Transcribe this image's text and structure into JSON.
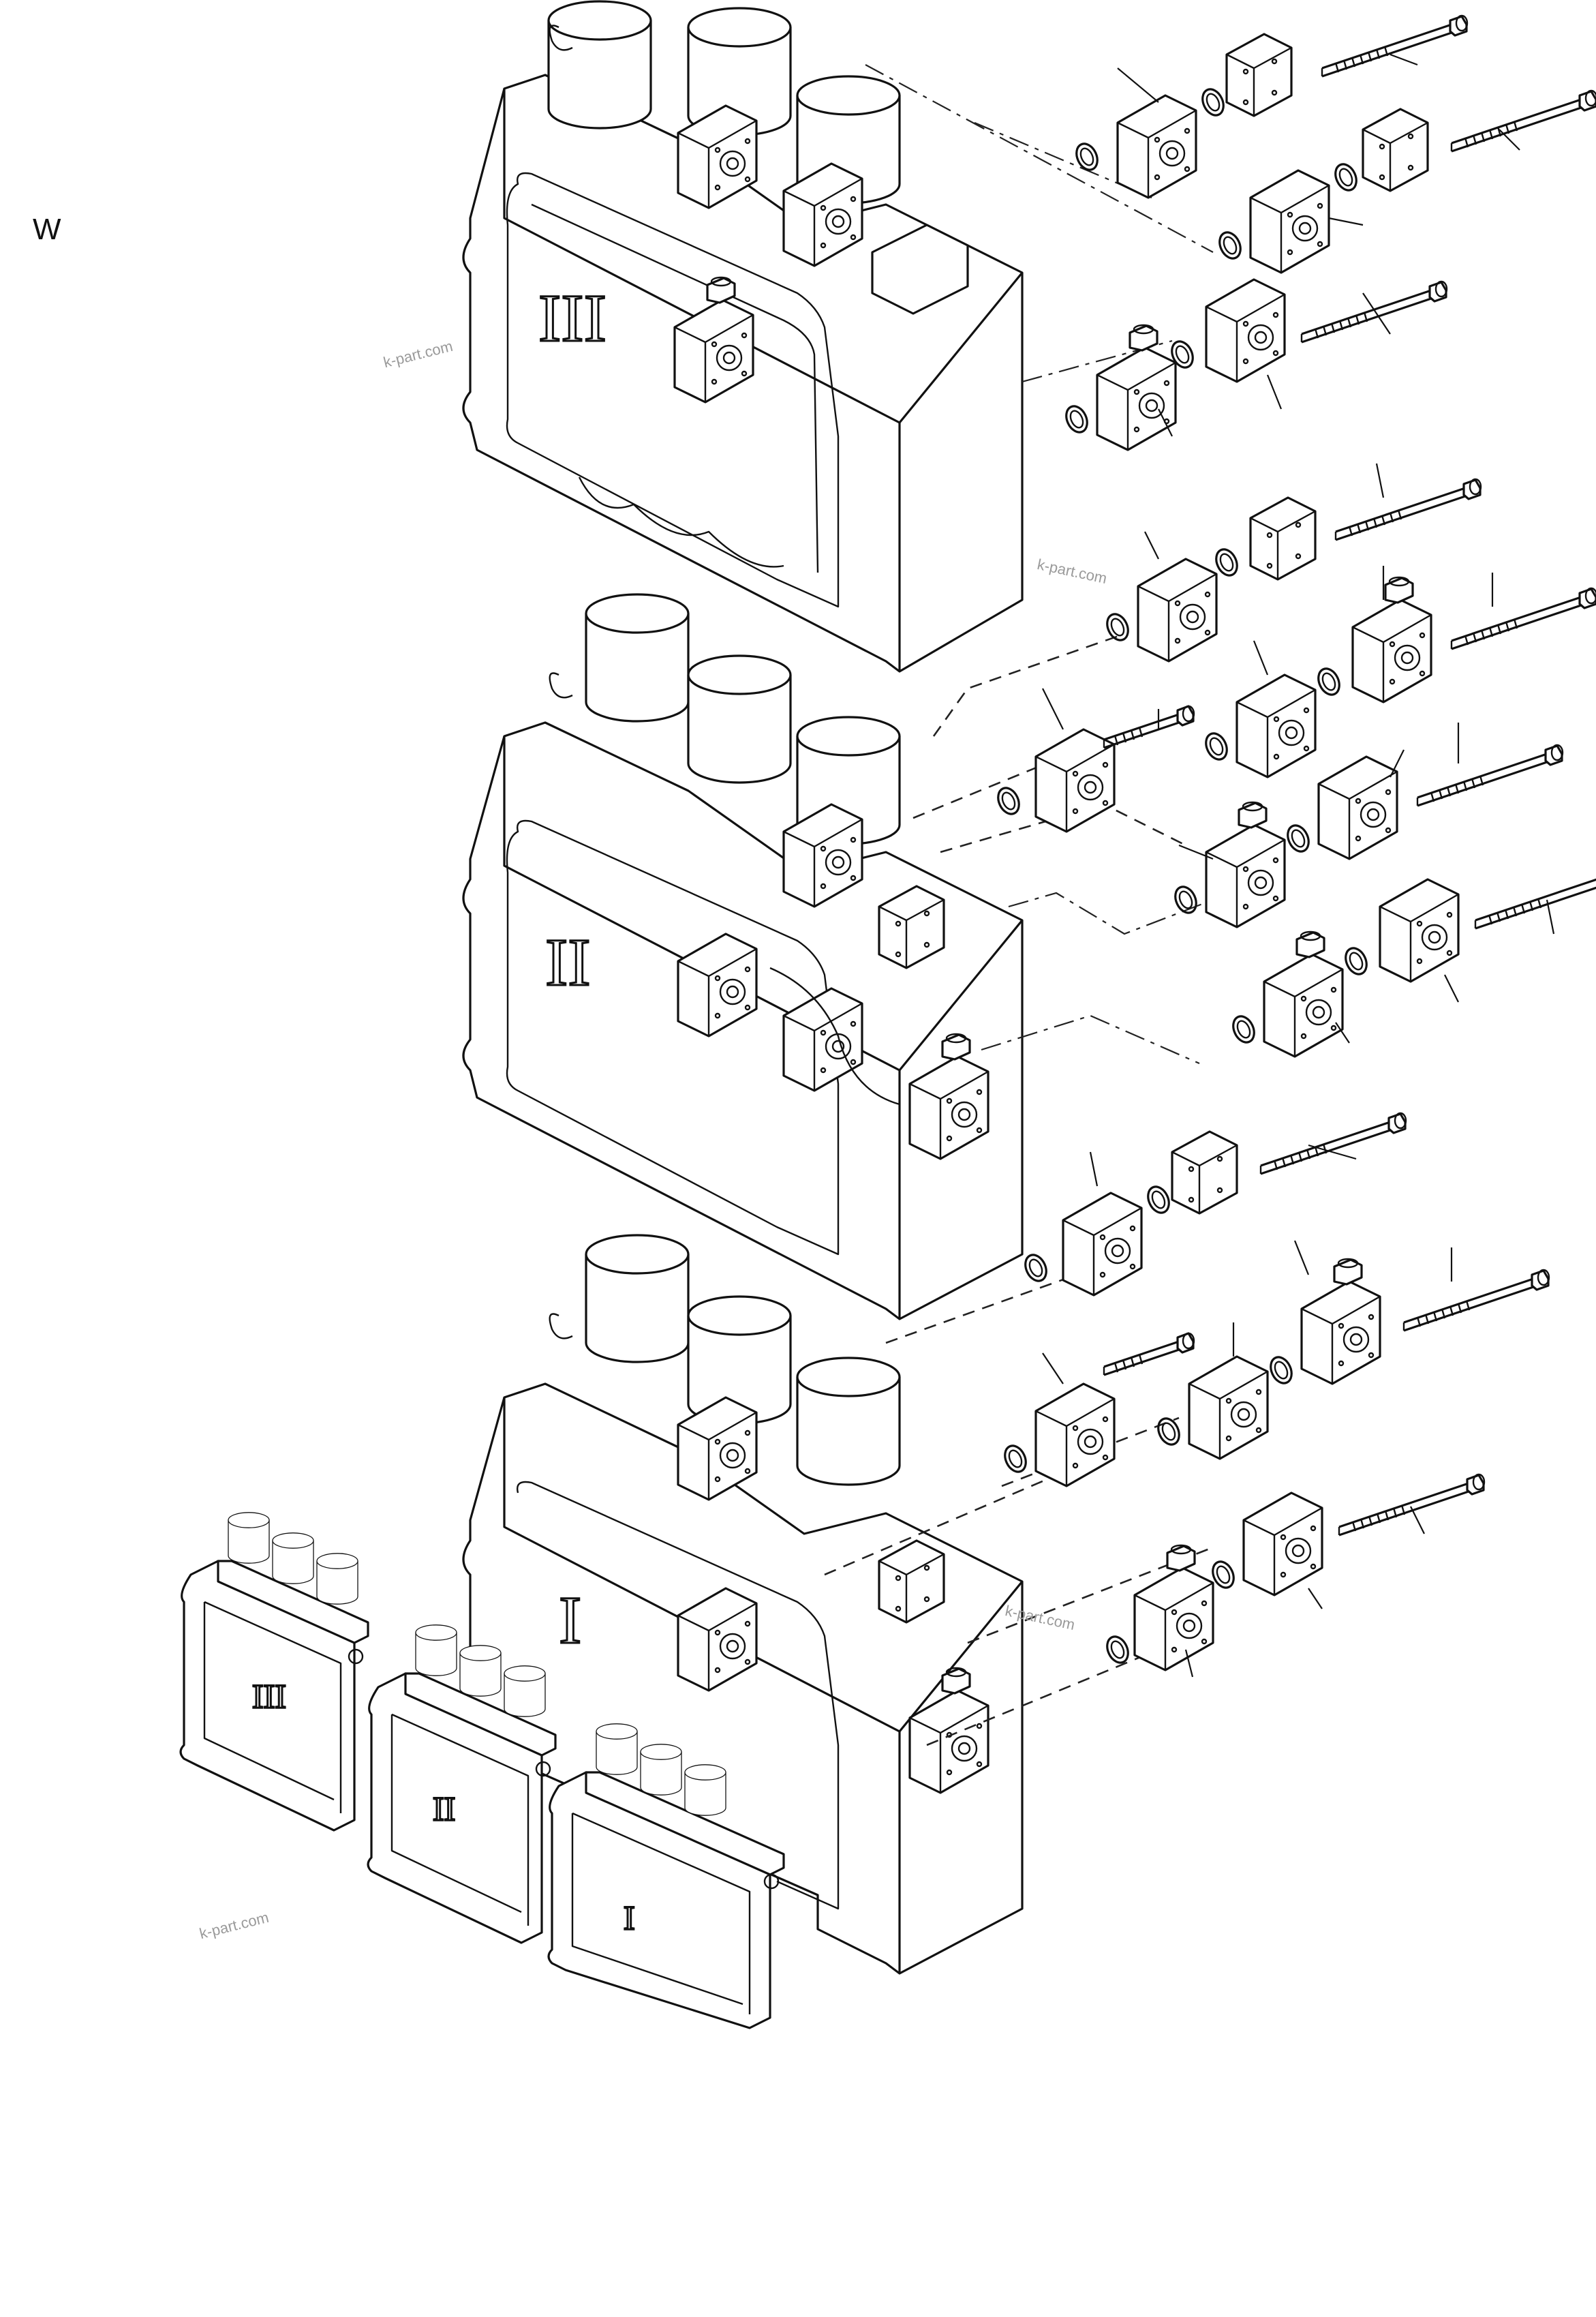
{
  "diagram": {
    "corner_label": "W",
    "watermarks": [
      "k-part.com",
      "k-part.com",
      "k-part.com",
      "k-part.com"
    ],
    "valve_sections": [
      {
        "id": "upper",
        "roman_label": "III"
      },
      {
        "id": "middle",
        "roman_label": "II"
      },
      {
        "id": "lower",
        "roman_label": "I"
      }
    ],
    "inset_labels": [
      "III",
      "II",
      "I"
    ]
  }
}
